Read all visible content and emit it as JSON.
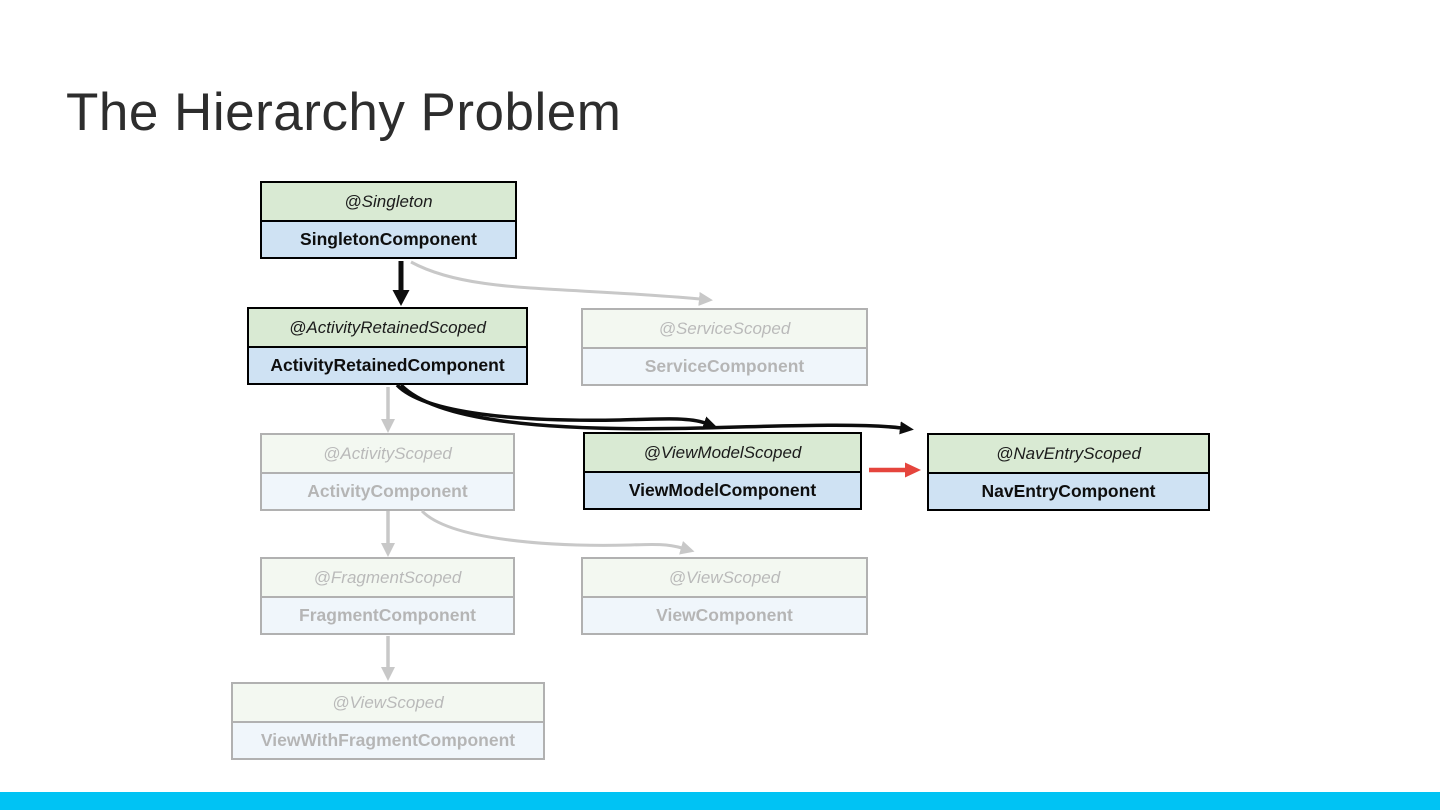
{
  "slide": {
    "title": "The Hierarchy Problem"
  },
  "colors": {
    "accent_bar": "#00c3f4",
    "arrow_black": "#0d0d0d",
    "arrow_gray": "#c8c8c8",
    "arrow_red": "#e5453d",
    "scope_header_green": "#d9ead3",
    "component_body_blue": "#cfe2f3"
  },
  "diagram": {
    "boxes": {
      "singleton": {
        "scope": "@Singleton",
        "component": "SingletonComponent"
      },
      "activity_retained": {
        "scope": "@ActivityRetainedScoped",
        "component": "ActivityRetainedComponent"
      },
      "service": {
        "scope": "@ServiceScoped",
        "component": "ServiceComponent"
      },
      "activity": {
        "scope": "@ActivityScoped",
        "component": "ActivityComponent"
      },
      "viewmodel": {
        "scope": "@ViewModelScoped",
        "component": "ViewModelComponent"
      },
      "naventry": {
        "scope": "@NavEntryScoped",
        "component": "NavEntryComponent"
      },
      "fragment": {
        "scope": "@FragmentScoped",
        "component": "FragmentComponent"
      },
      "view": {
        "scope": "@ViewScoped",
        "component": "ViewComponent"
      },
      "view_with_fragment": {
        "scope": "@ViewScoped",
        "component": "ViewWithFragmentComponent"
      }
    }
  }
}
